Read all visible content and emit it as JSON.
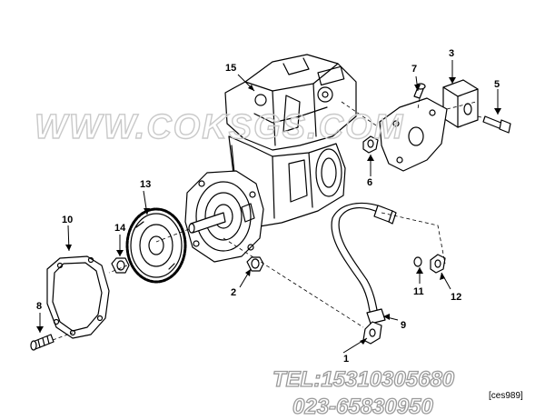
{
  "watermark": "WWW.COKSGS.COM",
  "contact": {
    "tel": "TEL:15310305680",
    "phone": "023-65830950"
  },
  "reference_code": "[ces989]",
  "callouts": [
    "1",
    "2",
    "3",
    "5",
    "6",
    "7",
    "8",
    "9",
    "10",
    "11",
    "12",
    "13",
    "14",
    "15"
  ]
}
